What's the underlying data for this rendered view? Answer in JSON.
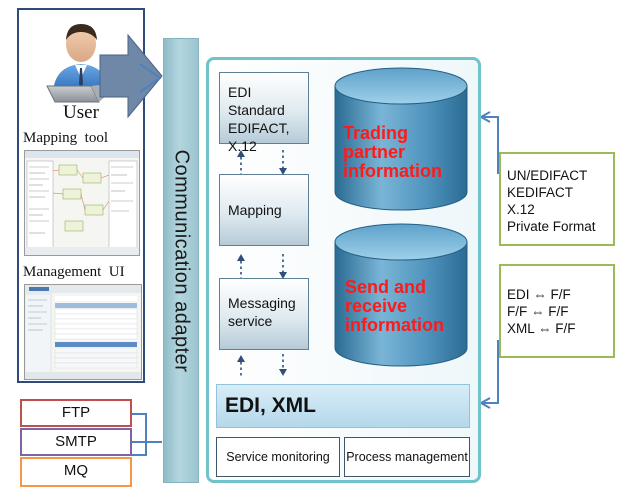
{
  "user_panel": {
    "user_label": "User",
    "mapping_tool_label": "Mapping  tool",
    "management_ui_label": "Management  UI"
  },
  "communication_adapter": "Communication adapter",
  "system": {
    "edi_standard": [
      "EDI Standard",
      "EDIFACT, X.12"
    ],
    "mapping": "Mapping",
    "messaging": [
      "Messaging",
      "service"
    ],
    "db_trading": [
      "Trading",
      "partner",
      "information"
    ],
    "db_send": [
      "Send and",
      "receive",
      "information"
    ],
    "edi_xml": "EDI, XML",
    "service_monitoring": "Service monitoring",
    "process_management": "Process management"
  },
  "formats_box": [
    "UN/EDIFACT",
    "KEDIFACT",
    "X.12",
    "Private Format"
  ],
  "conversion_box": [
    "EDI ⇔ F/F",
    "F/F ⇔ F/F",
    "XML ⇔ F/F"
  ],
  "protocols": [
    {
      "label": "FTP",
      "color": "#c0504d"
    },
    {
      "label": "SMTP",
      "color": "#8064a2"
    },
    {
      "label": "MQ",
      "color": "#f79646"
    }
  ],
  "colors": {
    "accent_red": "#ff1a1a",
    "green_border": "#9bbb59",
    "teal_border": "#6fc3c9",
    "connector_blue": "#4f81bd"
  }
}
